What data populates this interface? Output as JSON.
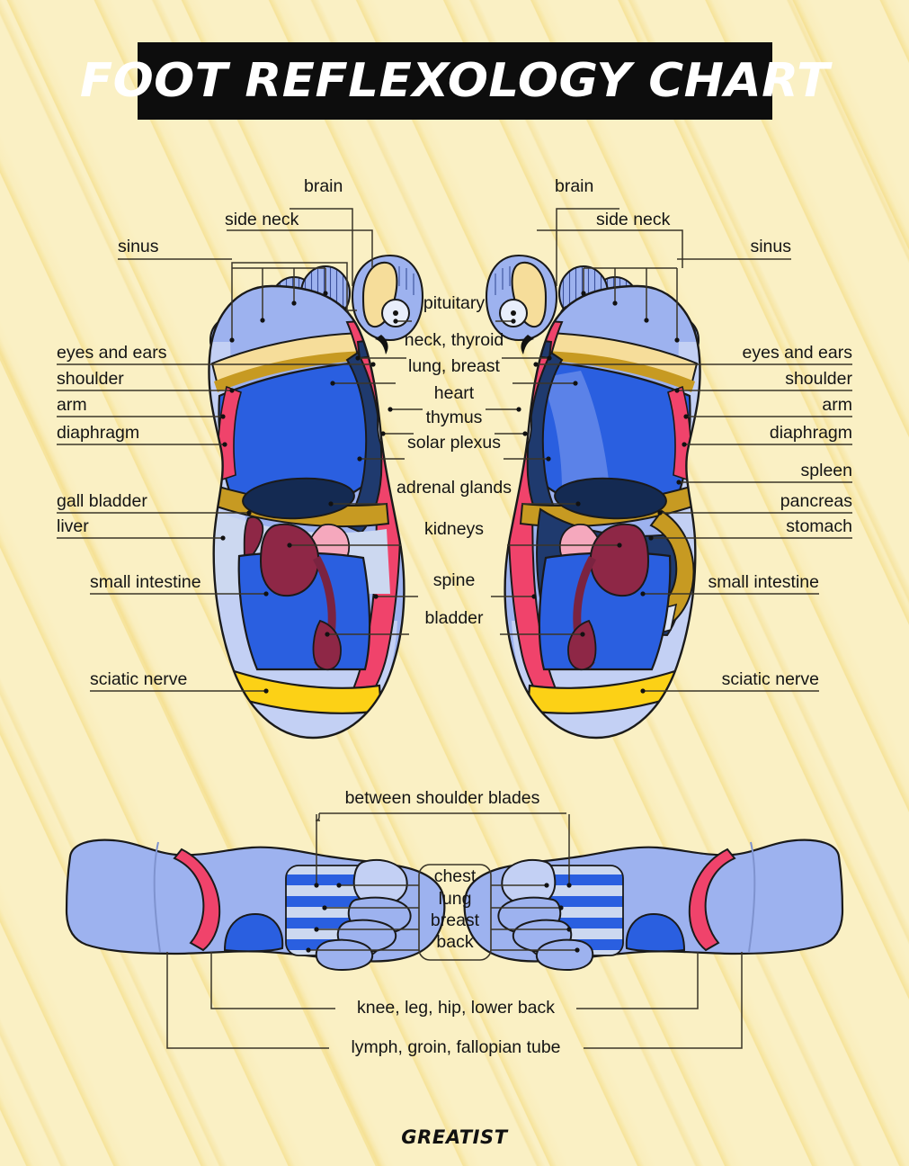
{
  "header": {
    "title": "FOOT REFLEXOLOGY CHART"
  },
  "footer": {
    "brand": "GREATIST"
  },
  "soles": {
    "top_labels": [
      {
        "id": "brain-left",
        "text": "brain"
      },
      {
        "id": "side-neck-left",
        "text": "side neck"
      },
      {
        "id": "brain-right",
        "text": "brain"
      },
      {
        "id": "side-neck-right",
        "text": "side neck"
      }
    ],
    "left_labels": [
      {
        "id": "sinus",
        "text": "sinus"
      },
      {
        "id": "eyes-and-ears",
        "text": "eyes and ears"
      },
      {
        "id": "shoulder",
        "text": "shoulder"
      },
      {
        "id": "arm",
        "text": "arm"
      },
      {
        "id": "diaphragm",
        "text": "diaphragm"
      },
      {
        "id": "gall-bladder",
        "text": "gall bladder"
      },
      {
        "id": "liver",
        "text": "liver"
      },
      {
        "id": "small-intestine",
        "text": "small intestine"
      },
      {
        "id": "sciatic-nerve",
        "text": "sciatic nerve"
      }
    ],
    "center_labels": [
      {
        "id": "pituitary",
        "text": "pituitary"
      },
      {
        "id": "neck-thyroid",
        "text": "neck, thyroid"
      },
      {
        "id": "lung-breast",
        "text": "lung, breast"
      },
      {
        "id": "heart",
        "text": "heart"
      },
      {
        "id": "thymus",
        "text": "thymus"
      },
      {
        "id": "solar-plexus",
        "text": "solar plexus"
      },
      {
        "id": "adrenal-glands",
        "text": "adrenal glands"
      },
      {
        "id": "kidneys",
        "text": "kidneys"
      },
      {
        "id": "spine",
        "text": "spine"
      },
      {
        "id": "bladder",
        "text": "bladder"
      }
    ],
    "right_labels": [
      {
        "id": "sinus",
        "text": "sinus"
      },
      {
        "id": "eyes-and-ears",
        "text": "eyes and ears"
      },
      {
        "id": "shoulder",
        "text": "shoulder"
      },
      {
        "id": "arm",
        "text": "arm"
      },
      {
        "id": "diaphragm",
        "text": "diaphragm"
      },
      {
        "id": "spleen",
        "text": "spleen"
      },
      {
        "id": "pancreas",
        "text": "pancreas"
      },
      {
        "id": "stomach",
        "text": "stomach"
      },
      {
        "id": "small-intestine",
        "text": "small intestine"
      },
      {
        "id": "sciatic-nerve",
        "text": "sciatic nerve"
      }
    ]
  },
  "profiles": {
    "top_label": {
      "id": "between-shoulder-blades",
      "text": "between shoulder blades"
    },
    "center_box_labels": [
      {
        "id": "chest",
        "text": "chest"
      },
      {
        "id": "lung",
        "text": "lung"
      },
      {
        "id": "breast",
        "text": "breast"
      },
      {
        "id": "back",
        "text": "back"
      }
    ],
    "bottom_labels": [
      {
        "id": "knee-leg-hip-lower-back",
        "text": "knee, leg, hip, lower back"
      },
      {
        "id": "lymph-groin-fallopian",
        "text": "lymph, groin, fallopian tube"
      }
    ]
  },
  "palette": {
    "background": "#faf0c4",
    "title_bar": "#0d0d0d",
    "title_text": "#ffffff",
    "foot_base": "#9db2ef",
    "foot_mid": "#c3d0f4",
    "zone_blue": "#2a5fe0",
    "zone_navy": "#1f3a6e",
    "zone_darknavy": "#142a52",
    "zone_pink": "#f0436b",
    "zone_yellow": "#fcd116",
    "zone_gold": "#c79a22",
    "zone_cream": "#f6dd9a",
    "organ_maroon": "#8e2746",
    "organ_pink": "#f5a8bd",
    "organ_pale": "#ccd8f0",
    "outline": "#1a1a1a",
    "leader_line": "#4a4435"
  }
}
